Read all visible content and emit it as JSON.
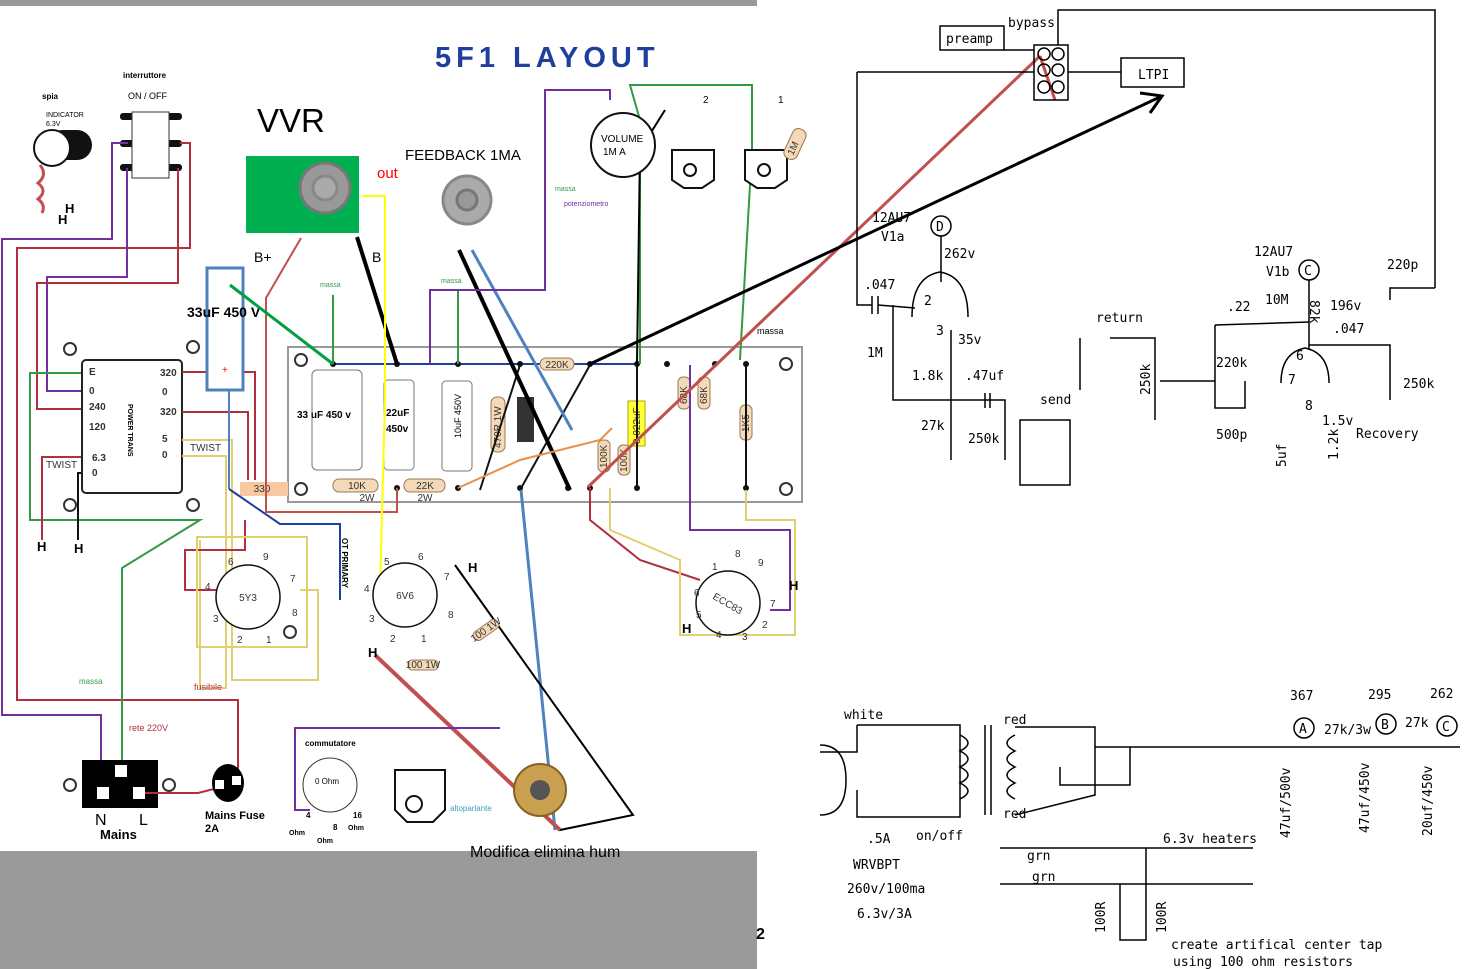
{
  "layout": {
    "title": "5F1 LAYOUT",
    "vvr": "VVR",
    "out": "out",
    "feedback": "FEEDBACK 1MA",
    "b_plus": "B+",
    "b": "B",
    "cap_33": "33uF 450 V",
    "cap_plus": "+",
    "spia": "spia",
    "indicator": "INDICATOR",
    "indicator_v": "6.3V",
    "interruttore": "interruttore",
    "on_off": "ON / OFF",
    "h": "H",
    "massa": "massa",
    "potenziometro": "potenziometro",
    "volume": "VOLUME",
    "volume_value": "1M A",
    "jack_2": "2",
    "jack_1": "1",
    "res_1m": "1M",
    "power_trans": {
      "label": "POWER TRANS",
      "left_pins": [
        "E",
        "0",
        "240",
        "120",
        "6.3",
        "0"
      ],
      "right_pins": [
        "320",
        "0",
        "320",
        "5",
        "0"
      ],
      "twist": "TWIST"
    },
    "board": {
      "c1": "33 uF 450 v",
      "c2a": "22uF",
      "c2b": "450v",
      "c3": "10uF 450V",
      "r470": "470R 1W",
      "c4": "22uF/450",
      "r220k": "220K",
      "c022": "0.022uF",
      "r100k_a": "100K",
      "r100k_b": "100K",
      "r68k_a": "68K",
      "r68k_b": "68K",
      "r1k5": "1K5",
      "r10k": "10K",
      "r10k_w": "2W",
      "r22k": "22K",
      "r22k_w": "2W",
      "r330": "330"
    },
    "tube_5y3": {
      "label": "5Y3",
      "pins": [
        "1",
        "2",
        "3",
        "4",
        "6",
        "7",
        "8",
        "9"
      ]
    },
    "tube_6v6": {
      "label": "6V6",
      "pins": [
        "1",
        "2",
        "3",
        "4",
        "5",
        "6",
        "7",
        "8"
      ]
    },
    "tube_ecc83": {
      "label": "ECC83",
      "pins": [
        "1",
        "2",
        "3",
        "4",
        "5",
        "6",
        "7",
        "8",
        "9"
      ]
    },
    "ot_primary": "OT PRIMARY",
    "r100_1w": "100 1W",
    "massa_bottom": "massa",
    "fusibile": "fusibile",
    "rete": "rete 220V",
    "mains": "Mains",
    "n": "N",
    "l": "L",
    "mains_fuse": "Mains Fuse",
    "fuse_rating": "2A",
    "commutatore": "commutatore",
    "zero_ohm": "0 Ohm",
    "tap_4": "4",
    "tap_8": "8",
    "tap_16": "16",
    "ohm": "Ohm",
    "altoparlante": "altoparlante",
    "modifica": "Modifica elimina hum",
    "page_num": "2"
  },
  "schematic": {
    "preamp": "preamp",
    "bypass": "bypass",
    "ltpi": "LTPI",
    "v1a_tube": "12AU7",
    "v1a": "V1a",
    "node_d": "D",
    "v262": "262v",
    "c047a": ".047",
    "r1m": "1M",
    "pin2": "2",
    "pin3": "3",
    "v35": "35v",
    "r18k": "1.8k",
    "c47uf": ".47uf",
    "r27k": "27k",
    "pot250k_a": "250k",
    "send": "send",
    "return": "return",
    "pot250k_b": "250k",
    "v1b_tube": "12AU7",
    "v1b": "V1b",
    "node_c": "C",
    "r82k": "82k",
    "v196": "196v",
    "c22": ".22",
    "r10m": "10M",
    "r220k": "220k",
    "c500p": "500p",
    "c047b": ".047",
    "pin6": "6",
    "pin7": "7",
    "pin8": "8",
    "v15": "1.5v",
    "c5uf": "5uf",
    "r12k": "1.2k",
    "c220p": "220p",
    "pot250k_c": "250k",
    "recovery": "Recovery",
    "power": {
      "white": "white",
      "red_top": "red",
      "red_bottom": "red",
      "fuse": ".5A",
      "on_off": "on/off",
      "model": "WRVBPT",
      "hv": "260v/100ma",
      "lv": "6.3v/3A",
      "v367": "367",
      "v295": "295",
      "v262": "262",
      "node_a": "A",
      "node_b": "B",
      "node_c": "C",
      "r27k3w": "27k/3w",
      "r27k": "27k",
      "c47_500": "47uf/500v",
      "c47_450": "47uf/450v",
      "c20_450": "20uf/450v",
      "heaters": "6.3v heaters",
      "grn1": "grn",
      "grn2": "grn",
      "r100a": "100R",
      "r100b": "100R",
      "note1": "create artifical center tap",
      "note2": "using 100 ohm resistors"
    }
  },
  "colors": {
    "title": "#1f3f9f",
    "vvr_board": "#00b050",
    "b_plus_wire": "#c0504d",
    "purple_wire": "#7030a0",
    "green_wire": "#339944",
    "blue_wire": "#4f81bd",
    "yellow_wire": "#ffff00",
    "bottom_band": "#9a9a9a"
  }
}
